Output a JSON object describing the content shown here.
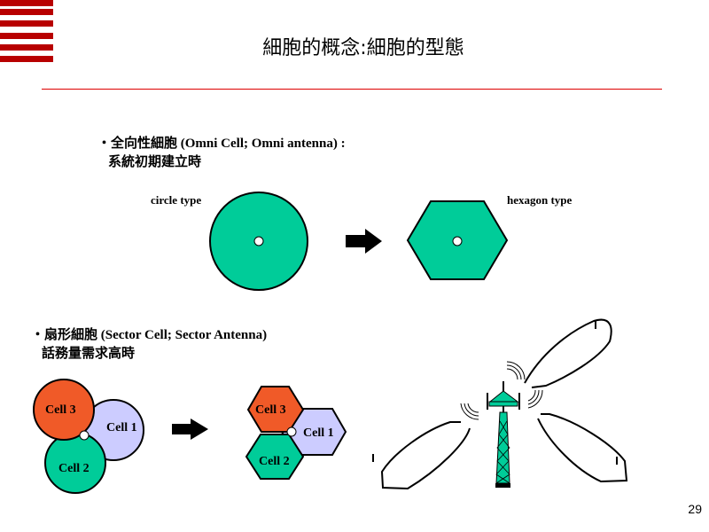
{
  "title": "細胞的概念:細胞的型態",
  "section1": {
    "line1": "・全向性細胞 (Omni Cell; Omni antenna) :",
    "line2": "系統初期建立時",
    "circle_label": "circle type",
    "hexagon_label": "hexagon type"
  },
  "section2": {
    "line1": "・扇形細胞 (Sector Cell; Sector Antenna)",
    "line2": "話務量需求高時",
    "cells": [
      "Cell 1",
      "Cell 2",
      "Cell 3"
    ]
  },
  "page_number": "29",
  "colors": {
    "green": "#00cc99",
    "orange": "#f05a28",
    "lavender": "#ccccff",
    "red": "#b80000"
  }
}
